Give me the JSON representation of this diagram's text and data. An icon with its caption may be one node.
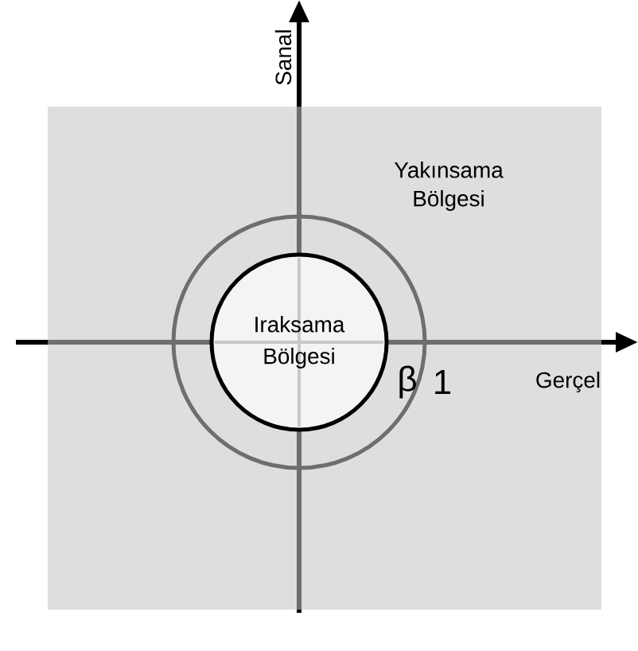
{
  "diagram": {
    "nodes": [
      {
        "text": [
          "Yakınsama Bölgesi"
        ]
      },
      {
        "text": [
          "Iraksama Bölgesi"
        ],
        "in": 0
      }
    ],
    "labels": [
      "Sanal",
      "Gerçel",
      "β",
      "1"
    ]
  }
}
